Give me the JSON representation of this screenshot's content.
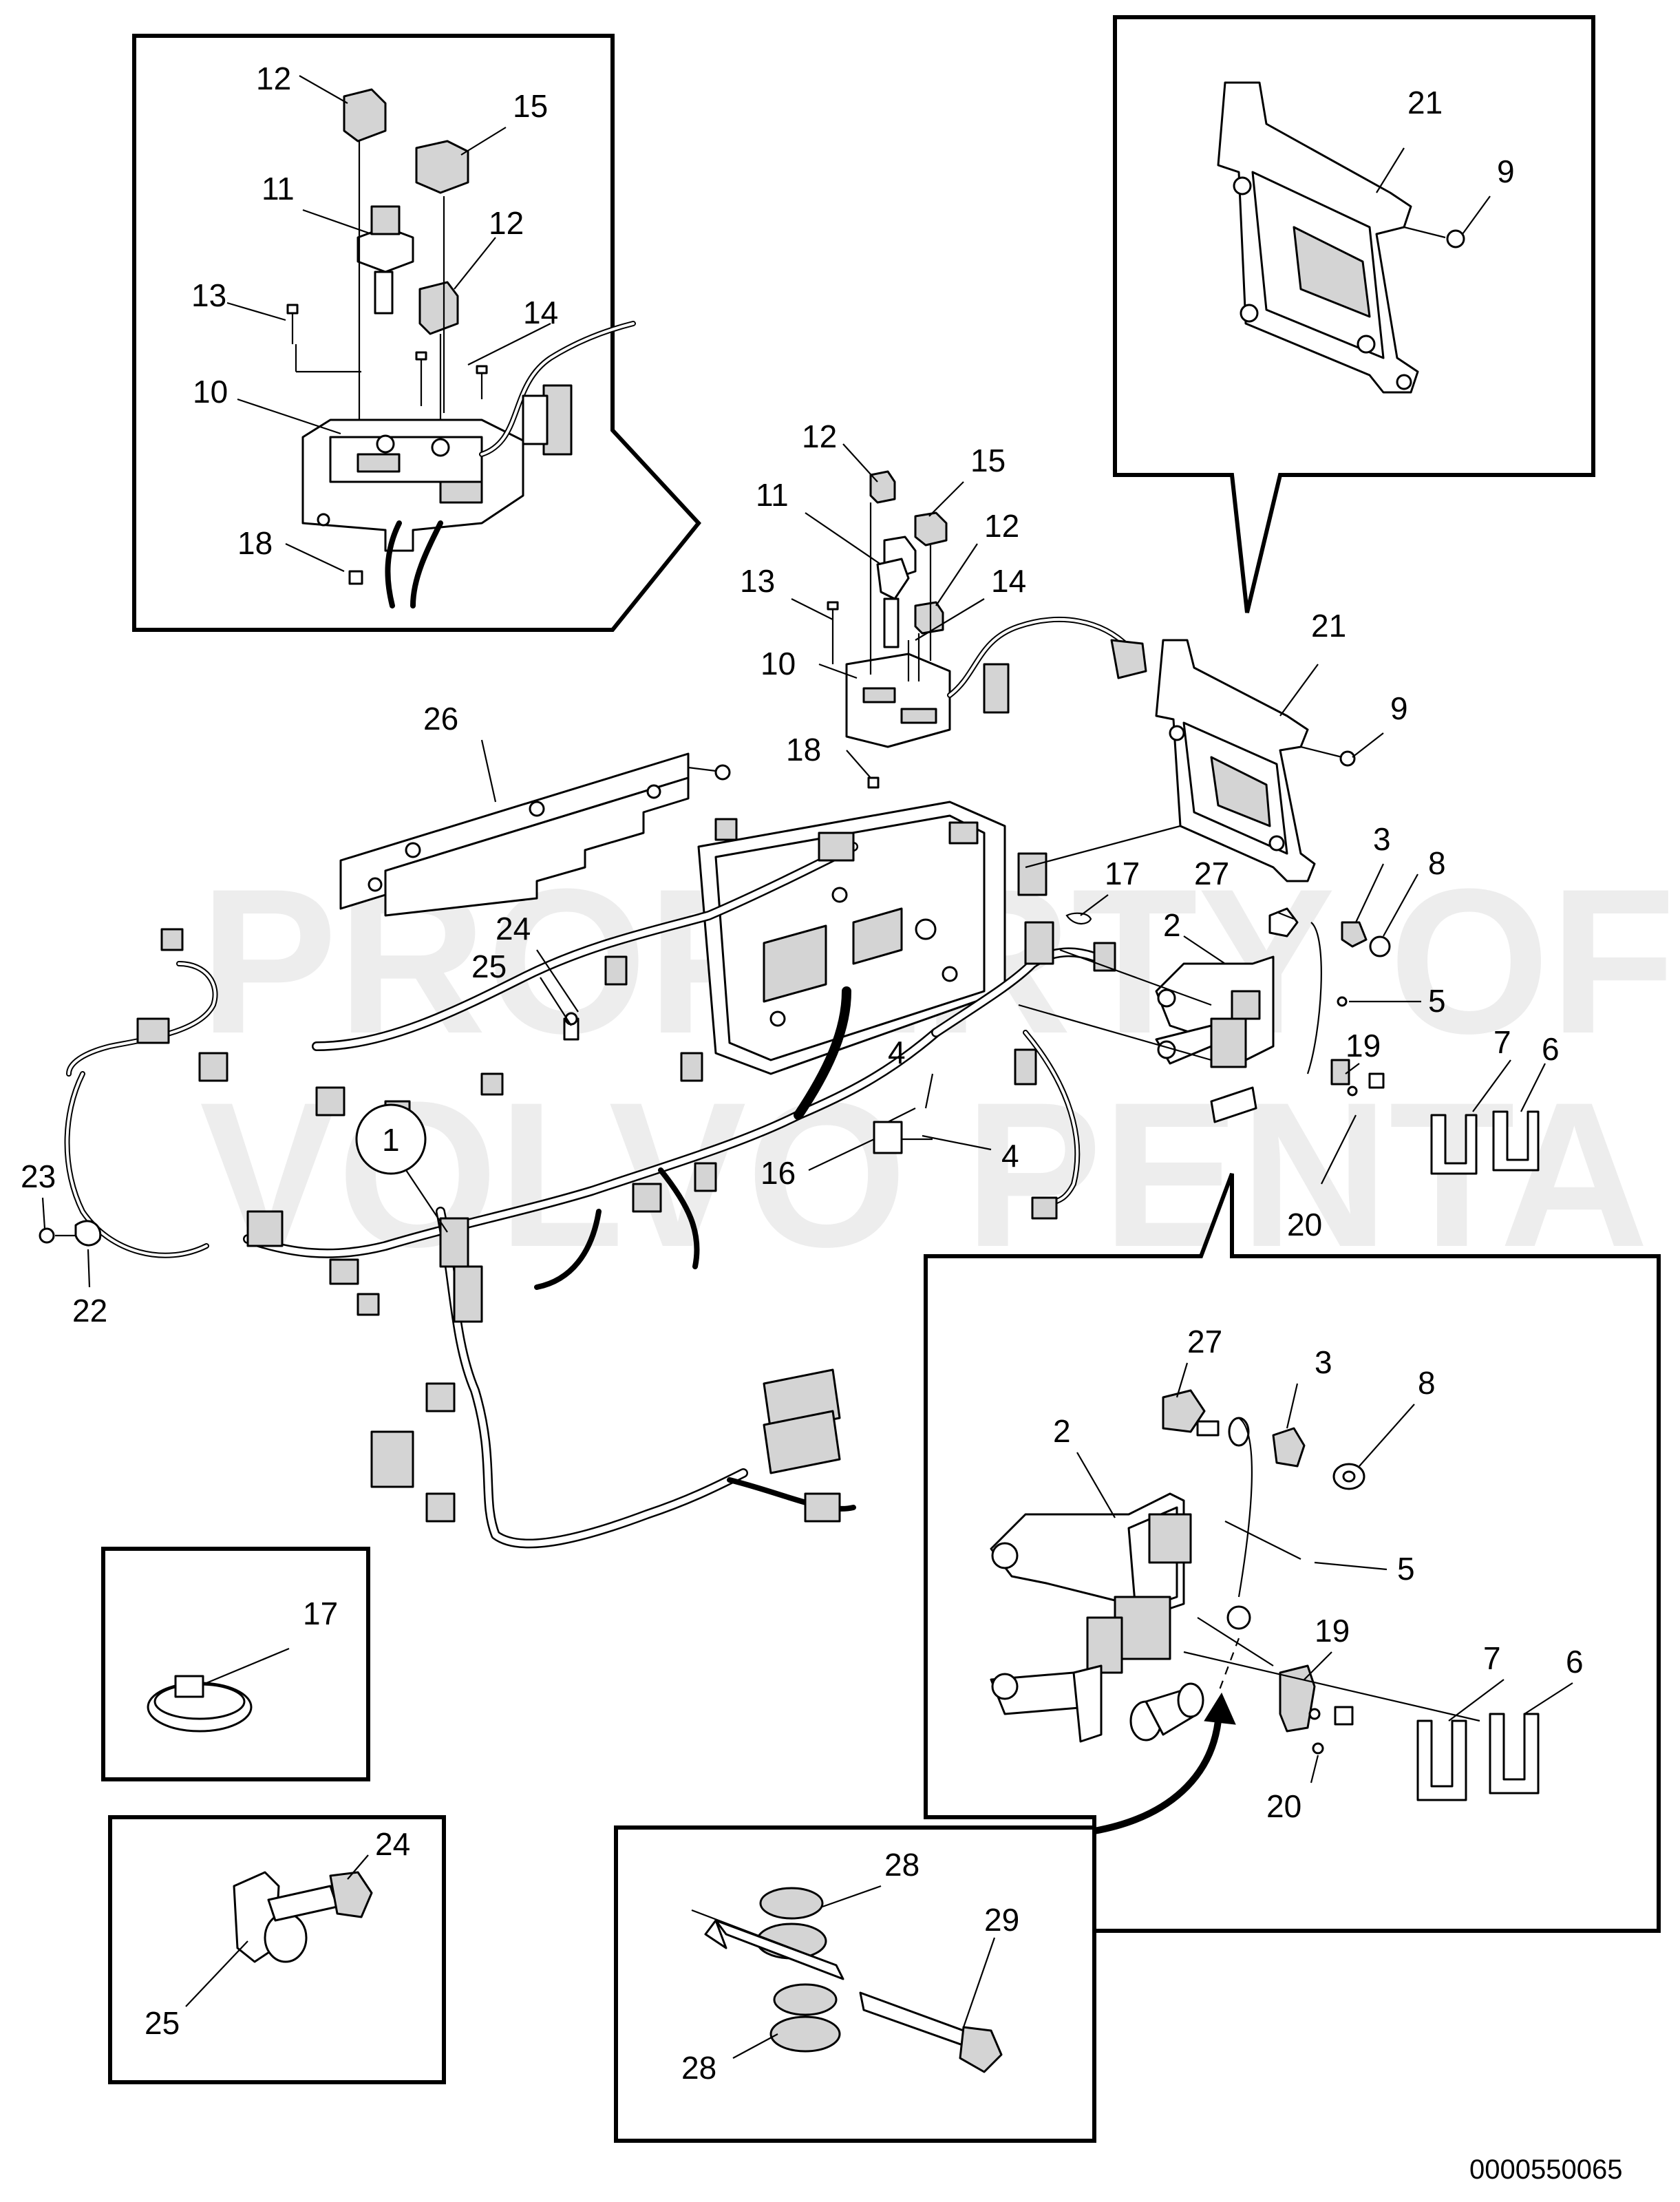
{
  "watermark": {
    "line1": "PROPERTY OF",
    "line2": "VOLVO PENTA"
  },
  "reference_number": "0000550065",
  "callouts": {
    "circle_1": "1",
    "main": [
      "12",
      "15",
      "11",
      "12",
      "13",
      "14",
      "10",
      "18",
      "21",
      "9",
      "26",
      "17",
      "27",
      "3",
      "8",
      "2",
      "5",
      "24",
      "25",
      "19",
      "4",
      "7",
      "6",
      "4",
      "16",
      "23",
      "22",
      "20"
    ],
    "inset_top_left": [
      "12",
      "15",
      "11",
      "12",
      "13",
      "14",
      "10",
      "18"
    ],
    "inset_top_right": [
      "21",
      "9"
    ],
    "inset_bottom_right": [
      "27",
      "3",
      "8",
      "2",
      "5",
      "19",
      "7",
      "6",
      "20"
    ],
    "inset_tie": [
      "17"
    ],
    "inset_clamp": [
      "24",
      "25"
    ],
    "inset_grommet": [
      "28",
      "29",
      "28"
    ]
  }
}
